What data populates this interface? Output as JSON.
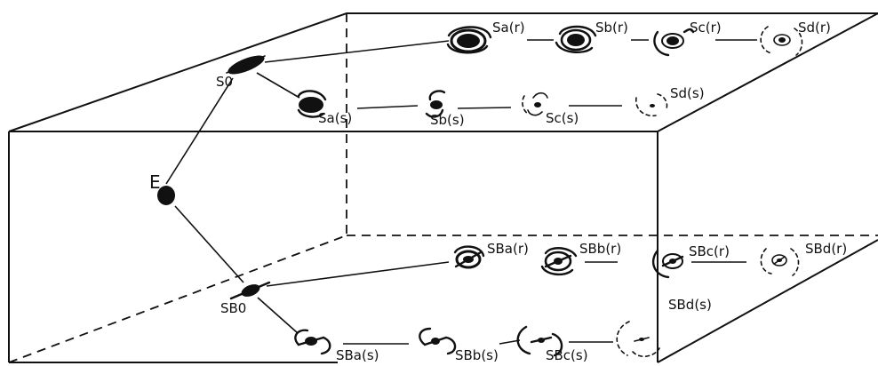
{
  "labels": {
    "E": "E",
    "S0": "S0",
    "SB0": "SB0",
    "Sa_r": "Sa(r)",
    "Sb_r": "Sb(r)",
    "Sc_r": "Sc(r)",
    "Sd_r": "Sd(r)",
    "Sa_s": "Sa(s)",
    "Sb_s": "Sb(s)",
    "Sc_s": "Sc(s)",
    "Sd_s": "Sd(s)",
    "SBa_r": "SBa(r)",
    "SBb_r": "SBb(r)",
    "SBc_r": "SBc(r)",
    "SBd_r": "SBd(r)",
    "SBa_s": "SBa(s)",
    "SBb_s": "SBb(s)",
    "SBc_s": "SBc(s)",
    "SBd_s": "SBd(s)"
  },
  "colors": {
    "ink": "#111111",
    "background": "#ffffff"
  },
  "icons": {
    "elliptical": "elliptical-galaxy-icon",
    "lenticular": "lenticular-galaxy-icon",
    "spiral_ring": "ringed-spiral-galaxy-icon",
    "spiral_s": "s-shaped-spiral-galaxy-icon",
    "barred_ring": "ringed-barred-spiral-galaxy-icon",
    "barred_s": "s-shaped-barred-spiral-galaxy-icon"
  }
}
